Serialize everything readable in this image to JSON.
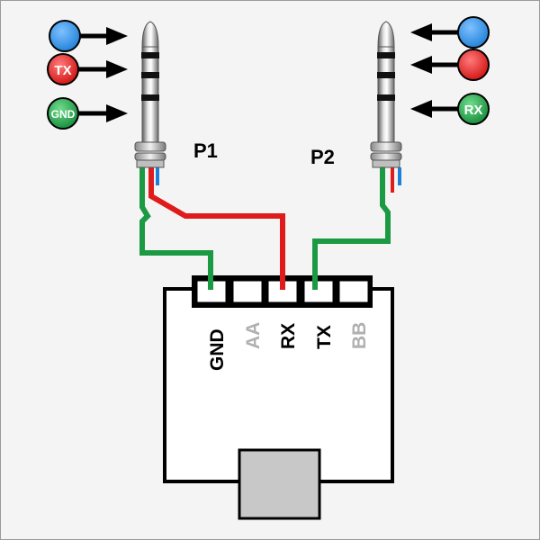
{
  "plugs": {
    "p1": {
      "label": "P1"
    },
    "p2": {
      "label": "P2"
    }
  },
  "signals": {
    "p1": [
      {
        "name": "blue-dot",
        "text": "",
        "color": "#1e7fd6"
      },
      {
        "name": "tx-dot",
        "text": "TX",
        "color": "#e01b1b"
      },
      {
        "name": "gnd-dot",
        "text": "GND",
        "color": "#1c9a43"
      }
    ],
    "p2": [
      {
        "name": "blue-dot",
        "text": "",
        "color": "#1e7fd6"
      },
      {
        "name": "red-dot",
        "text": "",
        "color": "#e01b1b"
      },
      {
        "name": "rx-dot",
        "text": "RX",
        "color": "#1c9a43"
      }
    ]
  },
  "header": {
    "pins": [
      {
        "label": "GND",
        "color": "#000000"
      },
      {
        "label": "AA",
        "color": "#b0b0b0"
      },
      {
        "label": "RX",
        "color": "#000000"
      },
      {
        "label": "TX",
        "color": "#000000"
      },
      {
        "label": "BB",
        "color": "#b0b0b0"
      }
    ]
  },
  "colors": {
    "wire_red": "#e01b1b",
    "wire_green": "#1c9a43",
    "wire_blue": "#1e7fd6",
    "background": "#f4f4f4",
    "board": "#ffffff",
    "connector": "#c8c8c8"
  }
}
